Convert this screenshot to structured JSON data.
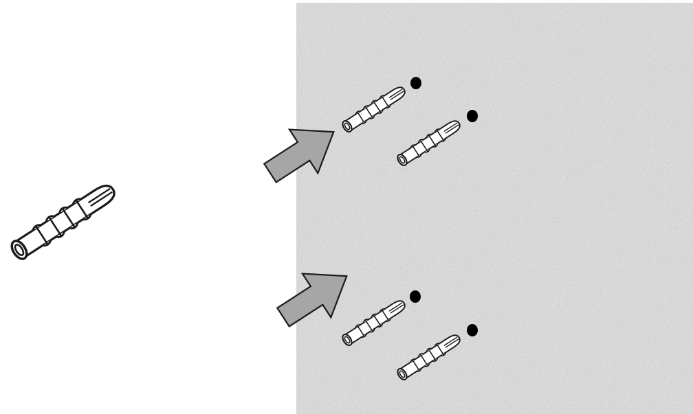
{
  "colors": {
    "background": "#ffffff",
    "wall": "#dcdcdc",
    "wall_speckle": "#c4c4c4",
    "arrow_fill": "#a6a6a6",
    "outline": "#1a1a1a",
    "anchor_fill": "#ffffff",
    "drill_hole": "#000000"
  },
  "icons": {
    "wall_anchor": "wall-anchor-icon",
    "insert_arrow": "insert-arrow-icon",
    "drill_hole": "drill-hole-icon"
  },
  "counts": {
    "anchors_into_wall": 4,
    "drill_holes": 4,
    "arrows": 2
  }
}
